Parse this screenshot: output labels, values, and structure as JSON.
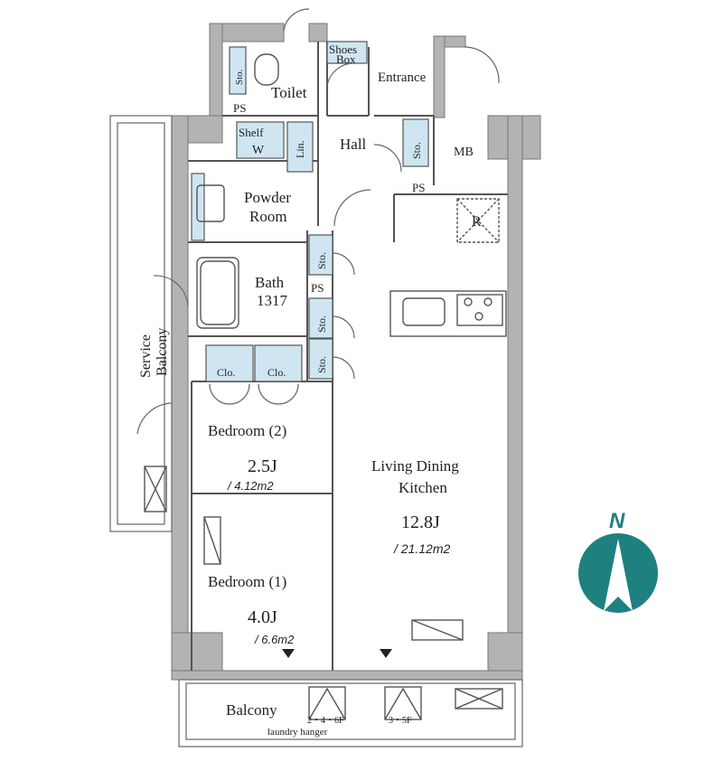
{
  "colors": {
    "wall": "#b3b3b3",
    "wall_edge": "#777777",
    "storage_fill": "#cfe6f2",
    "compass": "#1f8080",
    "line": "#555555"
  },
  "rooms": {
    "toilet": "Toilet",
    "shoes_box_1": "Shoes",
    "shoes_box_2": "Box",
    "entrance": "Entrance",
    "hall": "Hall",
    "mb": "MB",
    "shelf": "Shelf",
    "w": "W",
    "lin": "Lin.",
    "powder_1": "Powder",
    "powder_2": "Room",
    "bath_1": "Bath",
    "bath_2": "1317",
    "service_balcony_1": "Service",
    "service_balcony_2": "Balcony",
    "bedroom2": "Bedroom (2)",
    "bedroom2_size": "2.5J",
    "bedroom2_area": "/ 4.12m2",
    "bedroom1": "Bedroom (1)",
    "bedroom1_size": "4.0J",
    "bedroom1_area": "/ 6.6m2",
    "ldk_1": "Living Dining",
    "ldk_2": "Kitchen",
    "ldk_size": "12.8J",
    "ldk_area": "/ 21.12m2",
    "balcony": "Balcony",
    "hanger_floors_1": "2・4・6F",
    "hanger_floors_2": "3・5F",
    "laundry_hanger": "laundry hanger",
    "r": "R"
  },
  "storage": {
    "sto": "Sto.",
    "clo": "Clo.",
    "ps": "PS"
  },
  "compass": {
    "label": "N"
  }
}
